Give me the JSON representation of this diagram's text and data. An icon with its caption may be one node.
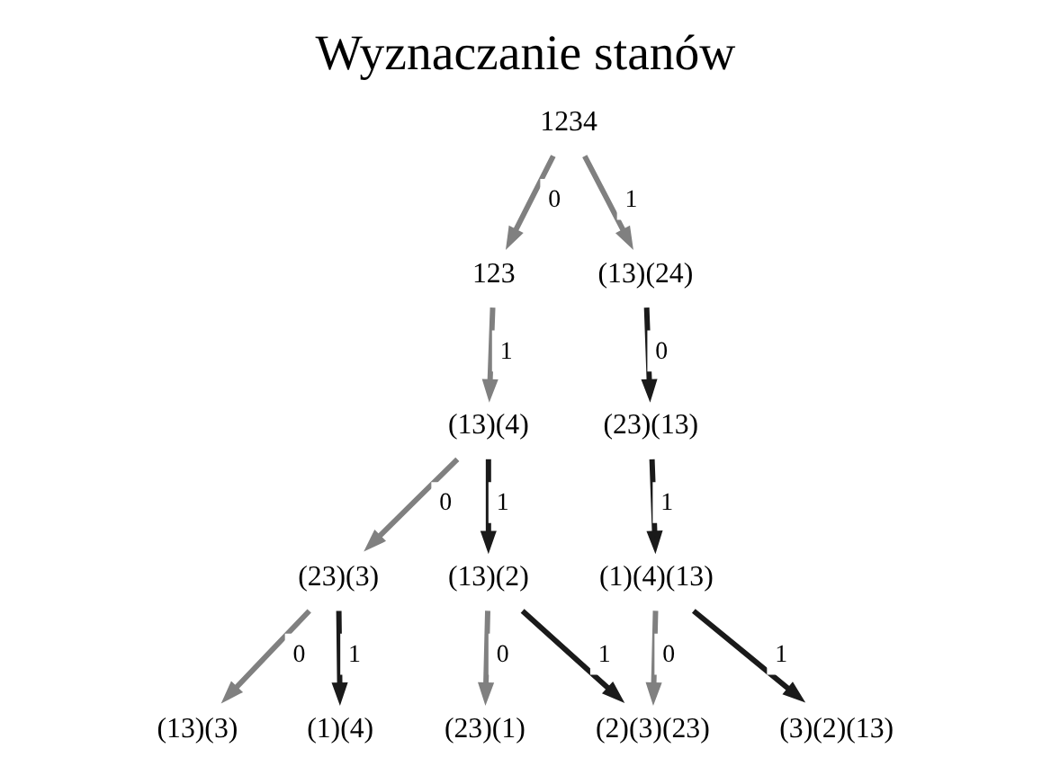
{
  "diagram": {
    "title": "Wyznaczanie stanów",
    "nodes": [
      {
        "text": [
          "1234"
        ]
      },
      {
        "text": [
          "123"
        ]
      },
      {
        "text": [
          "(13)(24)"
        ]
      },
      {
        "text": [
          "(13)(4)"
        ]
      },
      {
        "text": [
          "(23)(13)"
        ]
      },
      {
        "text": [
          "(23)(3)"
        ]
      },
      {
        "text": [
          "(13)(2)"
        ]
      },
      {
        "text": [
          "(1)(4)(13)"
        ]
      },
      {
        "text": [
          "(13)(3)"
        ]
      },
      {
        "text": [
          "(1)(4)"
        ]
      },
      {
        "text": [
          "(23)(1)"
        ]
      },
      {
        "text": [
          "(2)(3)(23)"
        ]
      },
      {
        "text": [
          "(3)(2)(13)"
        ]
      }
    ],
    "edges": [
      {
        "from": 0,
        "to": 1,
        "arrow": "to",
        "label": "0"
      },
      {
        "from": 0,
        "to": 2,
        "arrow": "to",
        "label": "1"
      },
      {
        "from": 1,
        "to": 3,
        "arrow": "to",
        "label": "1"
      },
      {
        "from": 2,
        "to": 4,
        "arrow": "to",
        "label": "0",
        "color": "#1a1a1a"
      },
      {
        "from": 3,
        "to": 5,
        "arrow": "to",
        "label": "0"
      },
      {
        "from": 3,
        "to": 6,
        "arrow": "to",
        "label": "1",
        "color": "#1a1a1a"
      },
      {
        "from": 4,
        "to": 7,
        "arrow": "to",
        "label": "1",
        "color": "#1a1a1a"
      },
      {
        "from": 5,
        "to": 8,
        "arrow": "to",
        "label": "0"
      },
      {
        "from": 5,
        "to": 9,
        "arrow": "to",
        "label": "1",
        "color": "#1a1a1a"
      },
      {
        "from": 6,
        "to": 10,
        "arrow": "to",
        "label": "0"
      },
      {
        "from": 6,
        "to": 11,
        "arrow": "to",
        "label": "1",
        "color": "#1a1a1a"
      },
      {
        "from": 7,
        "to": 11,
        "arrow": "to",
        "label": "0"
      },
      {
        "from": 7,
        "to": 12,
        "arrow": "to",
        "label": "1",
        "color": "#1a1a1a"
      }
    ]
  }
}
